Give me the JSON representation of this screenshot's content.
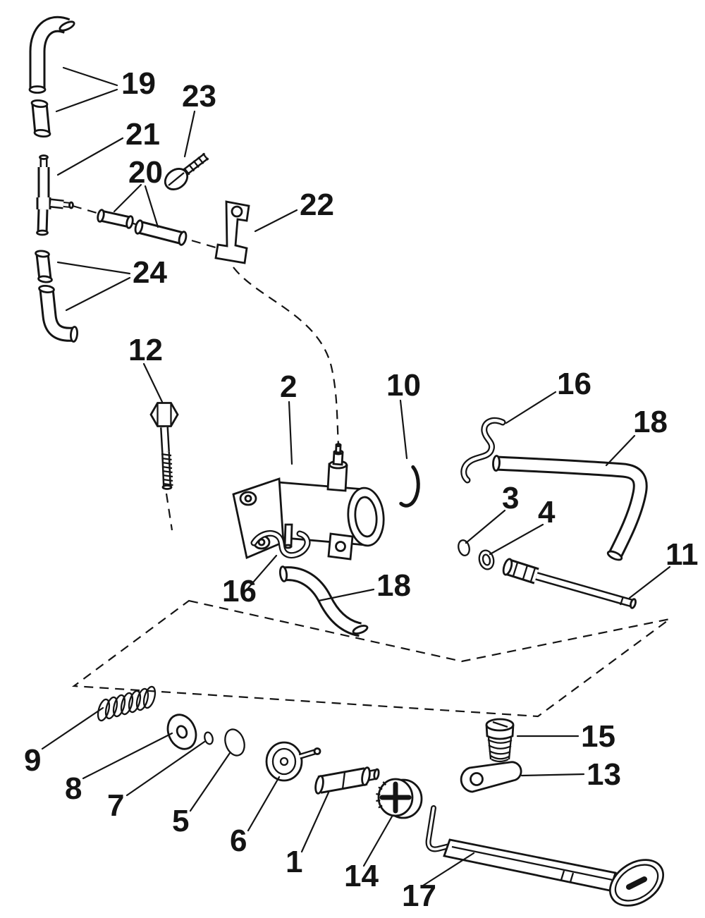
{
  "diagram": {
    "background_color": "#ffffff",
    "line_color": "#141414"
  },
  "callouts": {
    "n1": "1",
    "n2": "2",
    "n3": "3",
    "n4": "4",
    "n5": "5",
    "n6": "6",
    "n7": "7",
    "n8": "8",
    "n9": "9",
    "n10": "10",
    "n11": "11",
    "n12": "12",
    "n13": "13",
    "n14": "14",
    "n15": "15",
    "n16_right": "16",
    "n16_center": "16",
    "n17": "17",
    "n18_right": "18",
    "n18_center": "18",
    "n19": "19",
    "n20": "20",
    "n21": "21",
    "n22": "22",
    "n23": "23",
    "n24": "24"
  }
}
